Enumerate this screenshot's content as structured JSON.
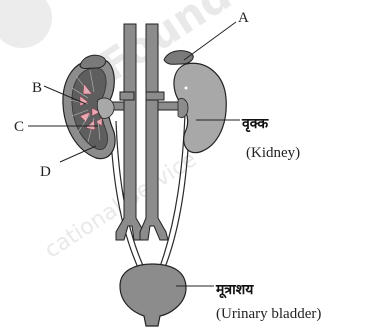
{
  "watermark": {
    "brand": "Foundation",
    "subtitle": "cational Service"
  },
  "labels": {
    "a": "A",
    "b": "B",
    "c": "C",
    "d": "D",
    "kidney_hindi": "वृक्क",
    "kidney_english": "(Kidney)",
    "bladder_hindi": "मूत्राशय",
    "bladder_english": "(Urinary bladder)"
  },
  "colors": {
    "organ_fill": "#8c8c8c",
    "organ_light": "#a8a8a8",
    "medulla": "#5e5e5e",
    "pyramid_highlight": "#e9a6b0",
    "outline": "#222222"
  }
}
